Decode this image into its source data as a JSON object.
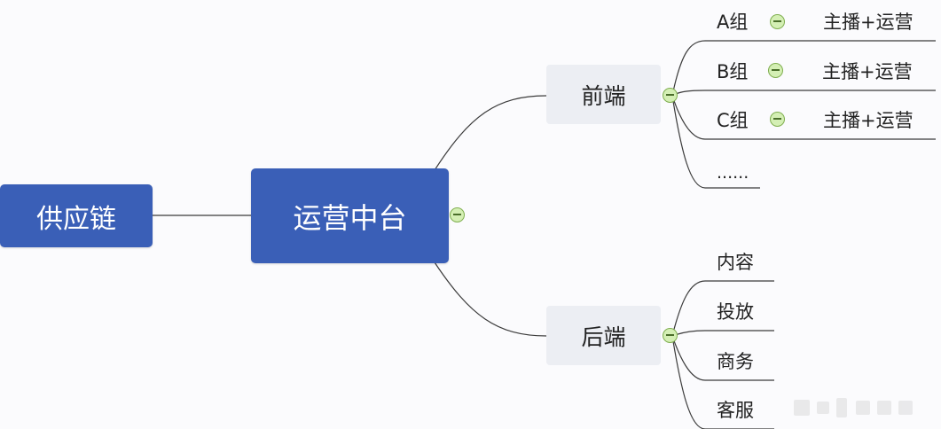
{
  "mindmap": {
    "root": {
      "label": "供应链"
    },
    "center": {
      "label": "运营中台"
    },
    "branches": [
      {
        "label": "前端",
        "children": [
          {
            "label": "A组",
            "detail": "主播+运营"
          },
          {
            "label": "B组",
            "detail": "主播+运营"
          },
          {
            "label": "C组",
            "detail": "主播+运营"
          },
          {
            "label": "......"
          }
        ]
      },
      {
        "label": "后端",
        "children": [
          {
            "label": "内容"
          },
          {
            "label": "投放"
          },
          {
            "label": "商务"
          },
          {
            "label": "客服"
          }
        ]
      }
    ]
  },
  "colors": {
    "main_node": "#3a5fb7",
    "sub_node": "#eceef3",
    "connector": "#3b3b3b",
    "collapse_fill": "#d4efb4",
    "collapse_border": "#7fae4f"
  },
  "icons": {
    "collapse": "collapse-minus-icon"
  }
}
